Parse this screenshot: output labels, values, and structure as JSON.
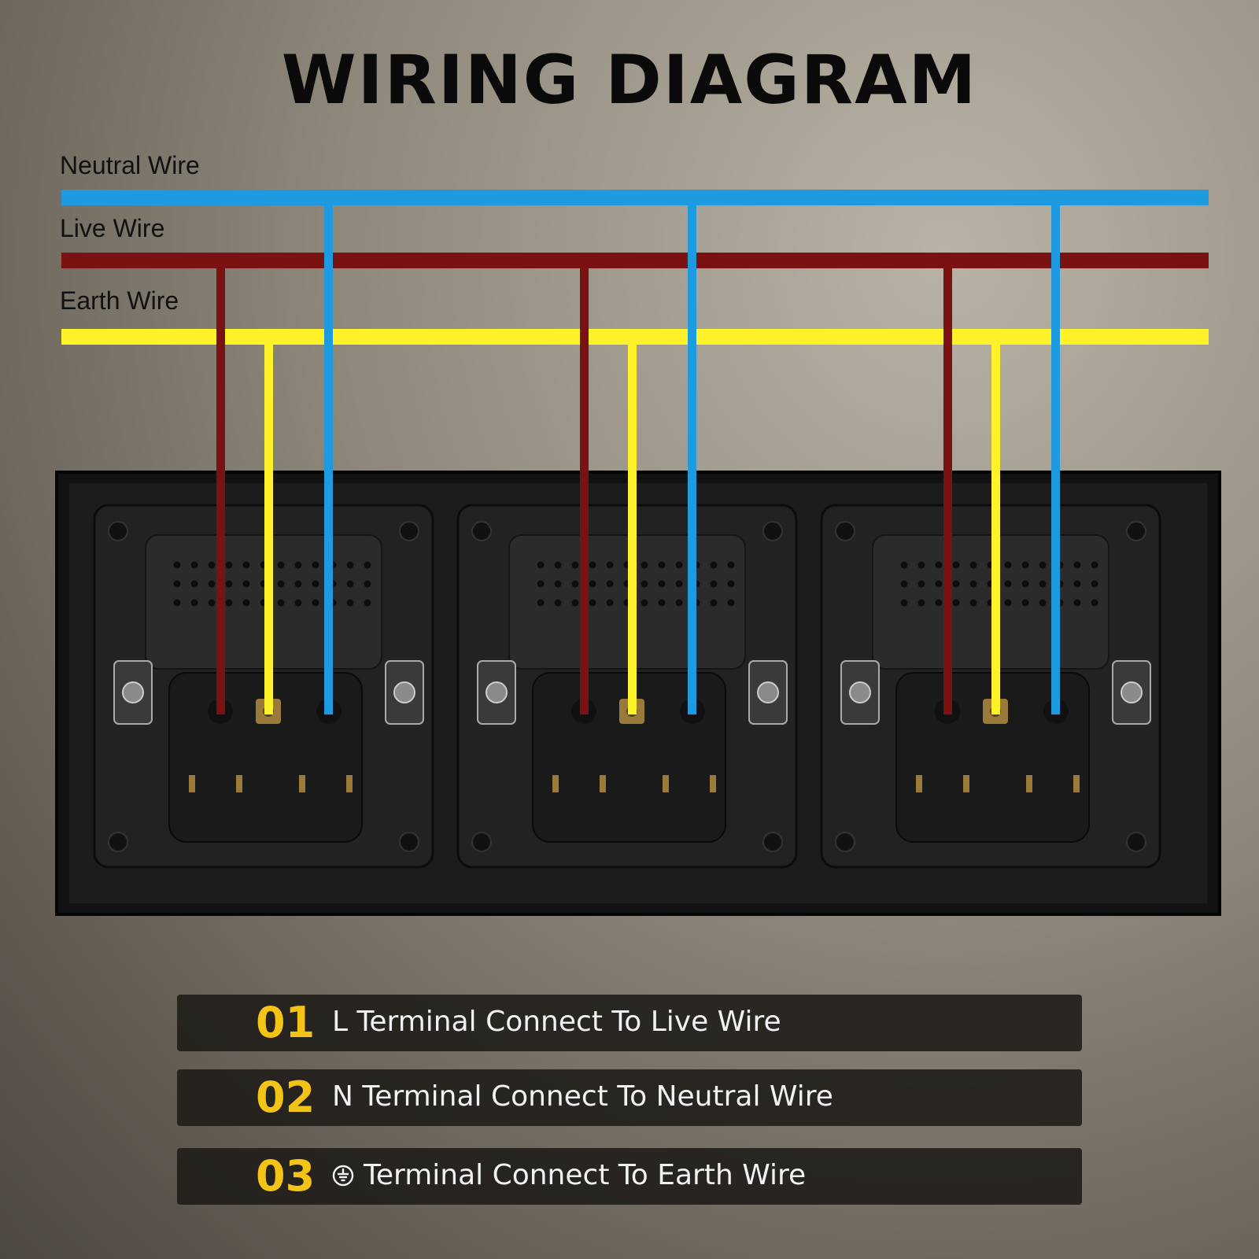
{
  "title": "WIRING DIAGRAM",
  "wires": {
    "neutral": {
      "label": "Neutral Wire",
      "color": "#1e9be0"
    },
    "live": {
      "label": "Live Wire",
      "color": "#7a1212"
    },
    "earth": {
      "label": "Earth Wire",
      "color": "#fff12a"
    }
  },
  "socket_count": 3,
  "legend": [
    {
      "num": "01",
      "text": "L Terminal Connect To Live Wire"
    },
    {
      "num": "02",
      "text": "N Terminal Connect To Neutral Wire"
    },
    {
      "num": "03",
      "symbol": "earth-symbol-icon",
      "text": "Terminal Connect To Earth Wire"
    }
  ]
}
